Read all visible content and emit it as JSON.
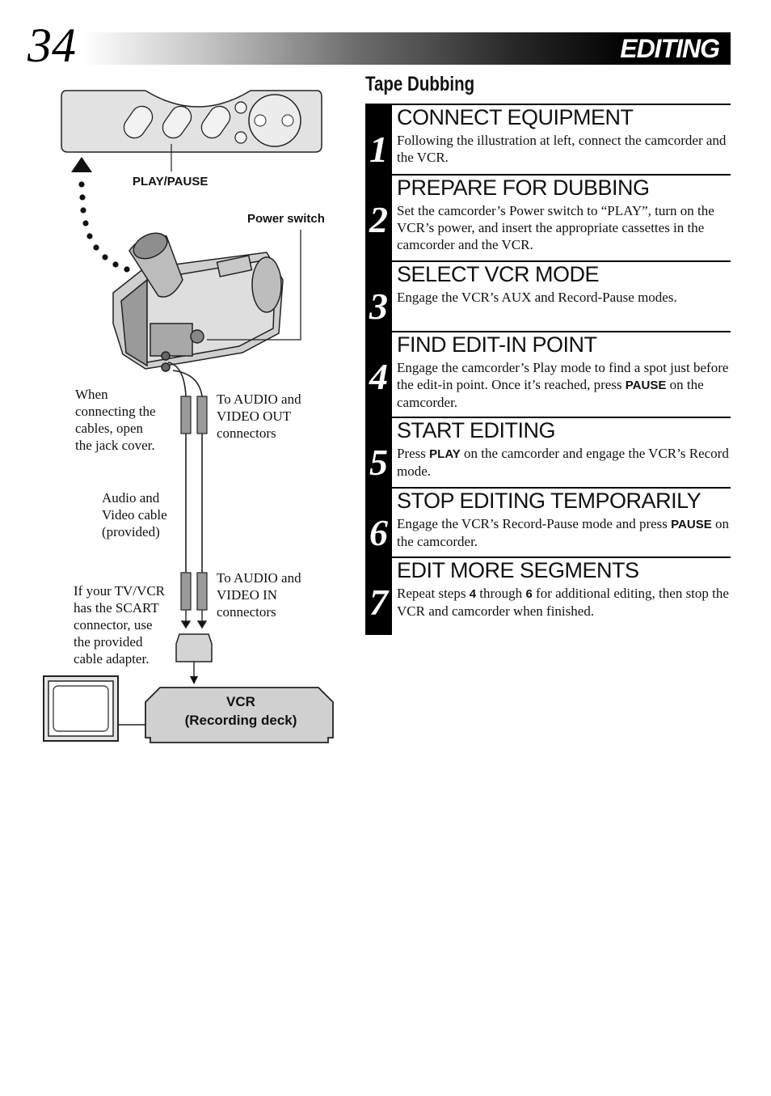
{
  "header": {
    "page_number": "34",
    "title": "EDITING"
  },
  "section": {
    "title": "Tape Dubbing"
  },
  "diagram": {
    "play_pause_label": "PLAY/PAUSE",
    "power_switch_label": "Power switch",
    "jack_cover_note": [
      "When",
      "connecting the",
      "cables, open",
      "the jack cover."
    ],
    "audio_video_out_label": [
      "To AUDIO and",
      "VIDEO OUT",
      "connectors"
    ],
    "cable_label": [
      "Audio and",
      "Video cable",
      "(provided)"
    ],
    "audio_video_in_label": [
      "To AUDIO and",
      "VIDEO IN",
      "connectors"
    ],
    "scart_note": [
      "If your TV/VCR",
      "has the SCART",
      "connector, use",
      "the provided",
      "cable adapter."
    ],
    "vcr_label": [
      "VCR",
      "(Recording deck)"
    ]
  },
  "steps": [
    {
      "number": "1",
      "heading": "CONNECT EQUIPMENT",
      "body": [
        {
          "t": "Following the illustration at left, connect the camcorder and the VCR."
        }
      ]
    },
    {
      "number": "2",
      "heading": "PREPARE FOR DUBBING",
      "body": [
        {
          "t": "Set the camcorder’s Power switch to “PLAY”, turn on the VCR’s power, and insert the appropriate cassettes in the camcorder and the VCR."
        }
      ]
    },
    {
      "number": "3",
      "heading": "SELECT VCR MODE",
      "body": [
        {
          "t": "Engage the VCR’s AUX and Record-Pause modes."
        }
      ]
    },
    {
      "number": "4",
      "heading": "FIND EDIT-IN POINT",
      "body": [
        {
          "t": "Engage the camcorder’s Play mode to find a spot just before the edit-in point. Once it’s reached, press "
        },
        {
          "t": "PAUSE",
          "b": true
        },
        {
          "t": " on the camcorder."
        }
      ]
    },
    {
      "number": "5",
      "heading": "START EDITING",
      "body": [
        {
          "t": "Press "
        },
        {
          "t": "PLAY",
          "b": true
        },
        {
          "t": " on the camcorder and engage the VCR’s Record mode."
        }
      ]
    },
    {
      "number": "6",
      "heading": "STOP EDITING TEMPORARILY",
      "body": [
        {
          "t": "Engage the VCR’s Record-Pause mode and press "
        },
        {
          "t": "PAUSE",
          "b": true
        },
        {
          "t": " on the camcorder."
        }
      ]
    },
    {
      "number": "7",
      "heading": "EDIT MORE SEGMENTS",
      "body": [
        {
          "t": "Repeat steps "
        },
        {
          "t": "4",
          "b": true
        },
        {
          "t": " through "
        },
        {
          "t": "6",
          "b": true
        },
        {
          "t": " for additional editing, then stop the VCR and camcorder when finished."
        }
      ]
    }
  ]
}
